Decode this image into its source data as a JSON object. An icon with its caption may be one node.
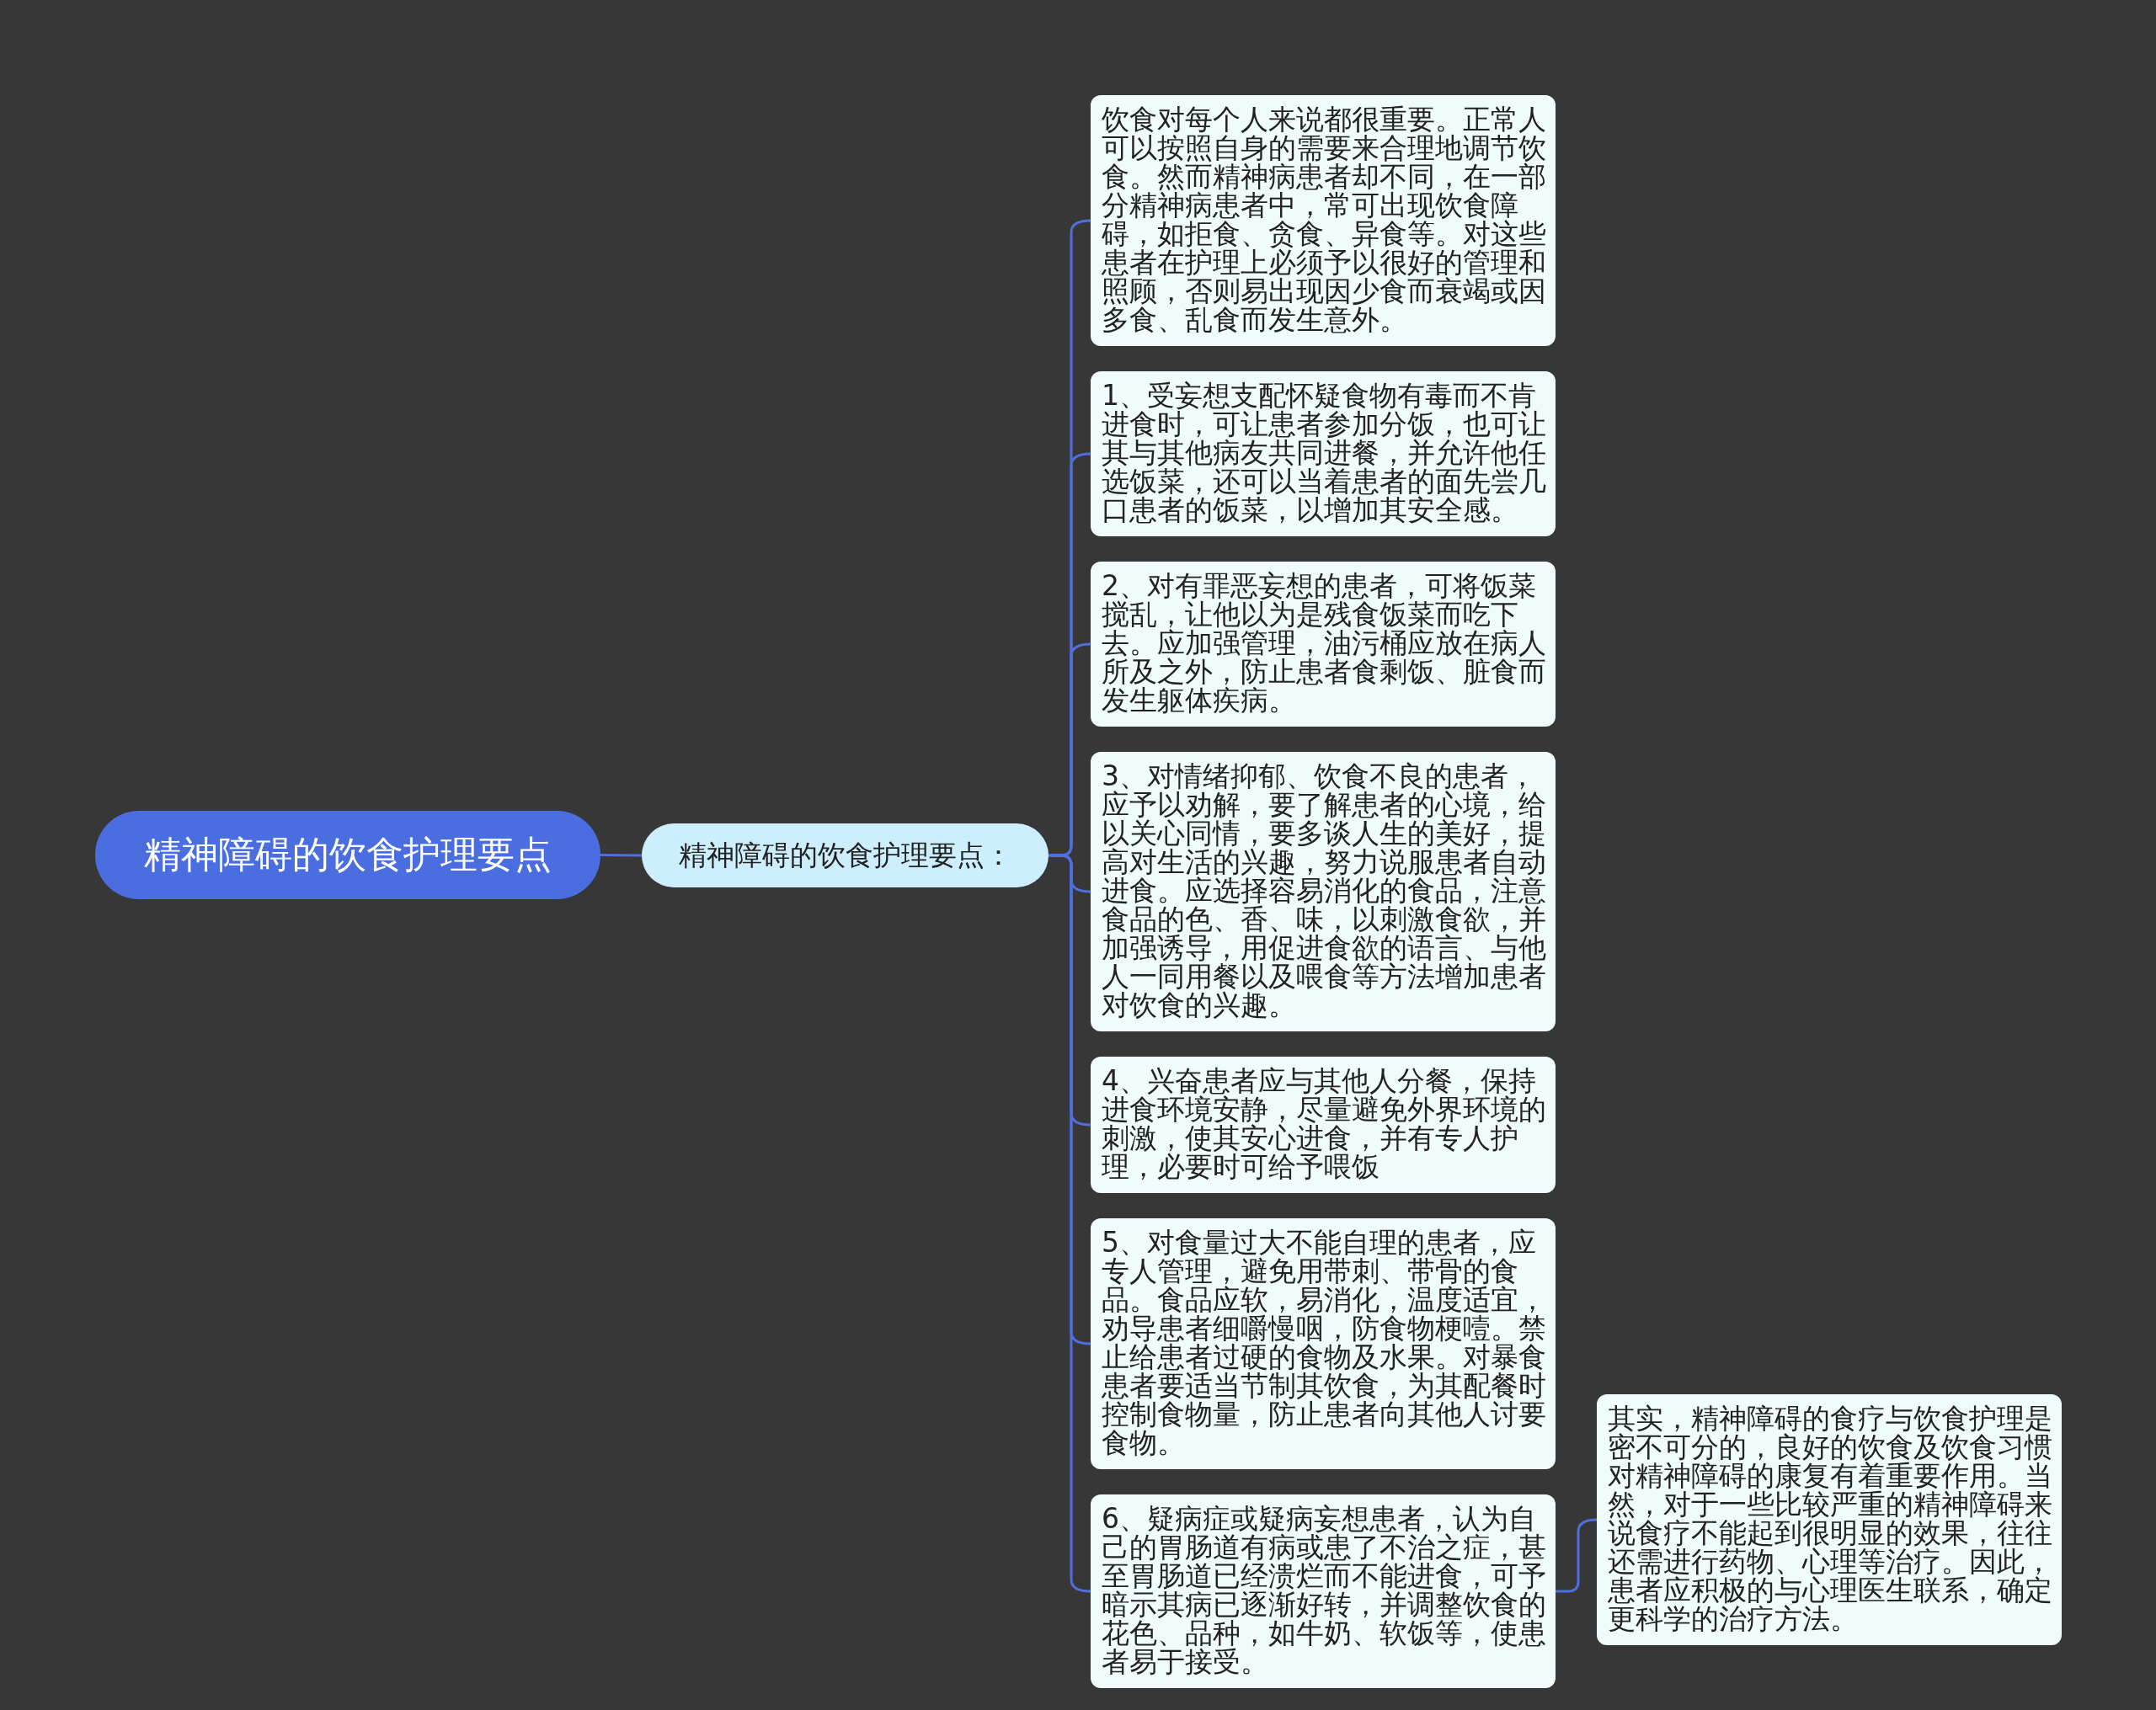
{
  "diagram": {
    "nodes": [
      {
        "text": [
          "精神障碍的饮食护理要点"
        ]
      },
      {
        "text": [
          "精神障碍的饮食护理要点："
        ]
      },
      {
        "text": [
          "饮食对每个人来说都很重要。正常人可以按照自身的需要来合理地调节饮食。然而精神病患者却不同，在一部分精神病患者中，常可出现饮食障碍，如拒食、贪食、异食等。对这些患者在护理上必须予以很好的管理和照顾，否则易出现因少食而衰竭或因多食、乱食而发生意外。"
        ]
      },
      {
        "text": [
          "1、受妄想支配怀疑食物有毒而不肯进食时，可让患者参加分饭，也可让其与其他病友共同进餐，并允许他任选饭菜，还可以当着患者的面先尝几口患者的饭菜，以增加其安全感。"
        ]
      },
      {
        "text": [
          "2、对有罪恶妄想的患者，可将饭菜搅乱，让他以为是残食饭菜而吃下去。应加强管理，油污桶应放在病人所及之外，防止患者食剩饭、脏食而发生躯体疾病。"
        ]
      },
      {
        "text": [
          "3、对情绪抑郁、饮食不良的患者，应予以劝解，要了解患者的心境，给以关心同情，要多谈人生的美好，提高对生活的兴趣，努力说服患者自动进食。应选择容易消化的食品，注意食品的色、香、味，以刺激食欲，并加强诱导，用促进食欲的语言、与他人一同用餐以及喂食等方法增加患者对饮食的兴趣。"
        ]
      },
      {
        "text": [
          "4、兴奋患者应与其他人分餐，保持进食环境安静，尽量避免外界环境的刺激，使其安心进食，并有专人护理，必要时可给予喂饭"
        ]
      },
      {
        "text": [
          "5、对食量过大不能自理的患者，应专人管理，避免用带刺、带骨的食品。食品应软，易消化，温度适宜，劝导患者细嚼慢咽，防食物梗噎。禁止给患者过硬的食物及水果。对暴食患者要适当节制其饮食，为其配餐时控制食物量，防止患者向其他人讨要食物。"
        ]
      },
      {
        "text": [
          "6、疑病症或疑病妄想患者，认为自己的胃肠道有病或患了不治之症，甚至胃肠道已经溃烂而不能进食，可予暗示其病已逐渐好转，并调整饮食的花色、品种，如牛奶、软饭等，使患者易于接受。"
        ]
      },
      {
        "text": [
          "其实，精神障碍的食疗与饮食护理是密不可分的，良好的饮食及饮食习惯对精神障碍的康复有着重要作用。当然，对于一些比较严重的精神障碍来说食疗不能起到很明显的效果，往往还需进行药物、心理等治疗。因此，患者应积极的与心理医生联系，确定更科学的治疗方法。"
        ]
      }
    ],
    "edges": [
      {
        "from": 0,
        "to": 1,
        "arrow": "none"
      },
      {
        "from": 1,
        "to": 2,
        "arrow": "none"
      },
      {
        "from": 1,
        "to": 3,
        "arrow": "none"
      },
      {
        "from": 1,
        "to": 4,
        "arrow": "none"
      },
      {
        "from": 1,
        "to": 5,
        "arrow": "none"
      },
      {
        "from": 1,
        "to": 6,
        "arrow": "none"
      },
      {
        "from": 1,
        "to": 7,
        "arrow": "none"
      },
      {
        "from": 1,
        "to": 8,
        "arrow": "none"
      },
      {
        "from": 8,
        "to": 9,
        "arrow": "none"
      }
    ]
  }
}
